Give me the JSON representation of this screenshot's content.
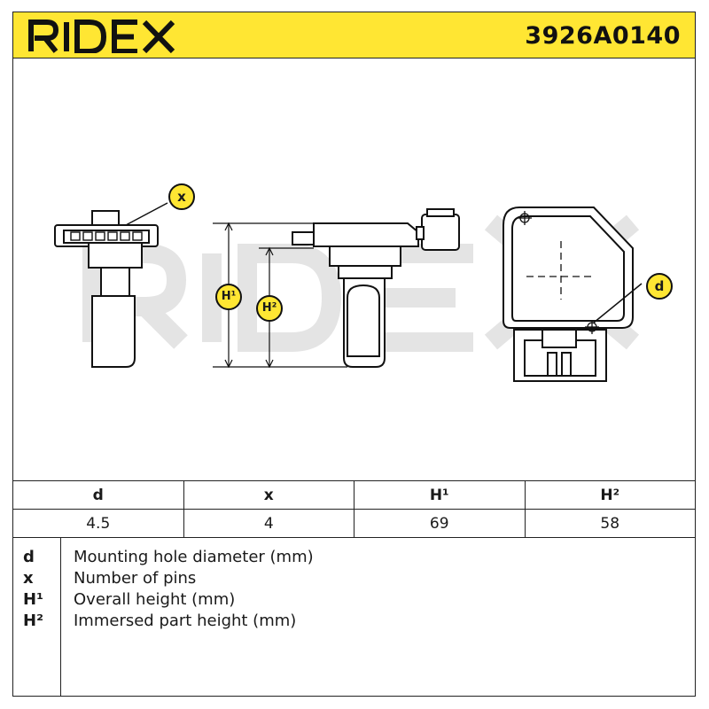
{
  "header": {
    "brand": "RIDEX",
    "part_number": "3926A0140",
    "accent_color": "#ffe633"
  },
  "diagram": {
    "callouts": {
      "x": "x",
      "h1": "H¹",
      "h2": "H²",
      "d": "d"
    },
    "callout_color": "#ffe633",
    "watermark": "RIDEX"
  },
  "spec_table": {
    "columns": [
      "d",
      "x",
      "H¹",
      "H²"
    ],
    "values": [
      "4.5",
      "4",
      "69",
      "58"
    ]
  },
  "legend": [
    {
      "key": "d",
      "description": "Mounting hole diameter (mm)"
    },
    {
      "key": "x",
      "description": "Number of pins"
    },
    {
      "key": "H¹",
      "description": "Overall height (mm)"
    },
    {
      "key": "H²",
      "description": "Immersed part height (mm)"
    }
  ]
}
